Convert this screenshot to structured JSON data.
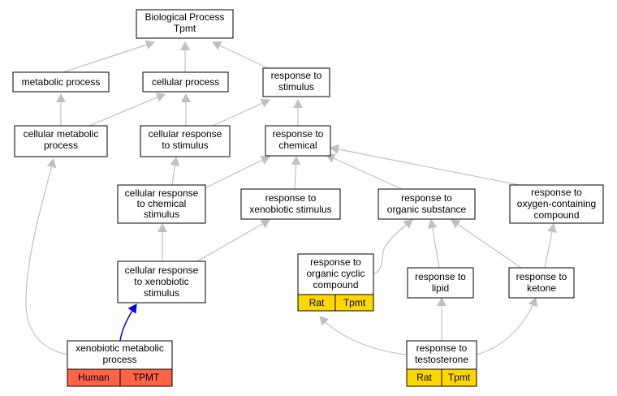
{
  "diagram": {
    "root": {
      "line1": "Biological Process",
      "line2": "Tpmt"
    },
    "nodes": {
      "metabolic_process": [
        "metabolic process"
      ],
      "cellular_process": [
        "cellular process"
      ],
      "response_to_stimulus": [
        "response to",
        "stimulus"
      ],
      "cellular_metabolic_process": [
        "cellular metabolic",
        "process"
      ],
      "cellular_response_to_stimulus": [
        "cellular response",
        "to stimulus"
      ],
      "response_to_chemical": [
        "response to",
        "chemical"
      ],
      "cellular_response_to_chemical_stimulus": [
        "cellular response",
        "to chemical",
        "stimulus"
      ],
      "response_to_xenobiotic_stimulus": [
        "response to",
        "xenobiotic stimulus"
      ],
      "response_to_organic_substance": [
        "response to",
        "organic substance"
      ],
      "response_to_oxygen_containing_compound": [
        "response to",
        "oxygen-containing",
        "compound"
      ],
      "cellular_response_to_xenobiotic_stimulus": [
        "cellular response",
        "to xenobiotic",
        "stimulus"
      ],
      "response_to_organic_cyclic_compound": [
        "response to",
        "organic cyclic",
        "compound"
      ],
      "response_to_lipid": [
        "response to",
        "lipid"
      ],
      "response_to_ketone": [
        "response to",
        "ketone"
      ],
      "xenobiotic_metabolic_process": [
        "xenobiotic metabolic",
        "process"
      ],
      "response_to_testosterone": [
        "response to",
        "testosterone"
      ]
    },
    "annotations": {
      "xenobiotic_metabolic_process": {
        "species": "Human",
        "gene": "TPMT",
        "color": "#FF6347"
      },
      "response_to_organic_cyclic_compound": {
        "species": "Rat",
        "gene": "Tpmt",
        "color": "#FFD700"
      },
      "response_to_testosterone": {
        "species": "Rat",
        "gene": "Tpmt",
        "color": "#FFD700"
      }
    },
    "colors": {
      "edge": "#C0C0C0",
      "highlight_edge": "#0000FF",
      "node_border": "#000000",
      "node_fill": "#FFFFFF"
    }
  }
}
